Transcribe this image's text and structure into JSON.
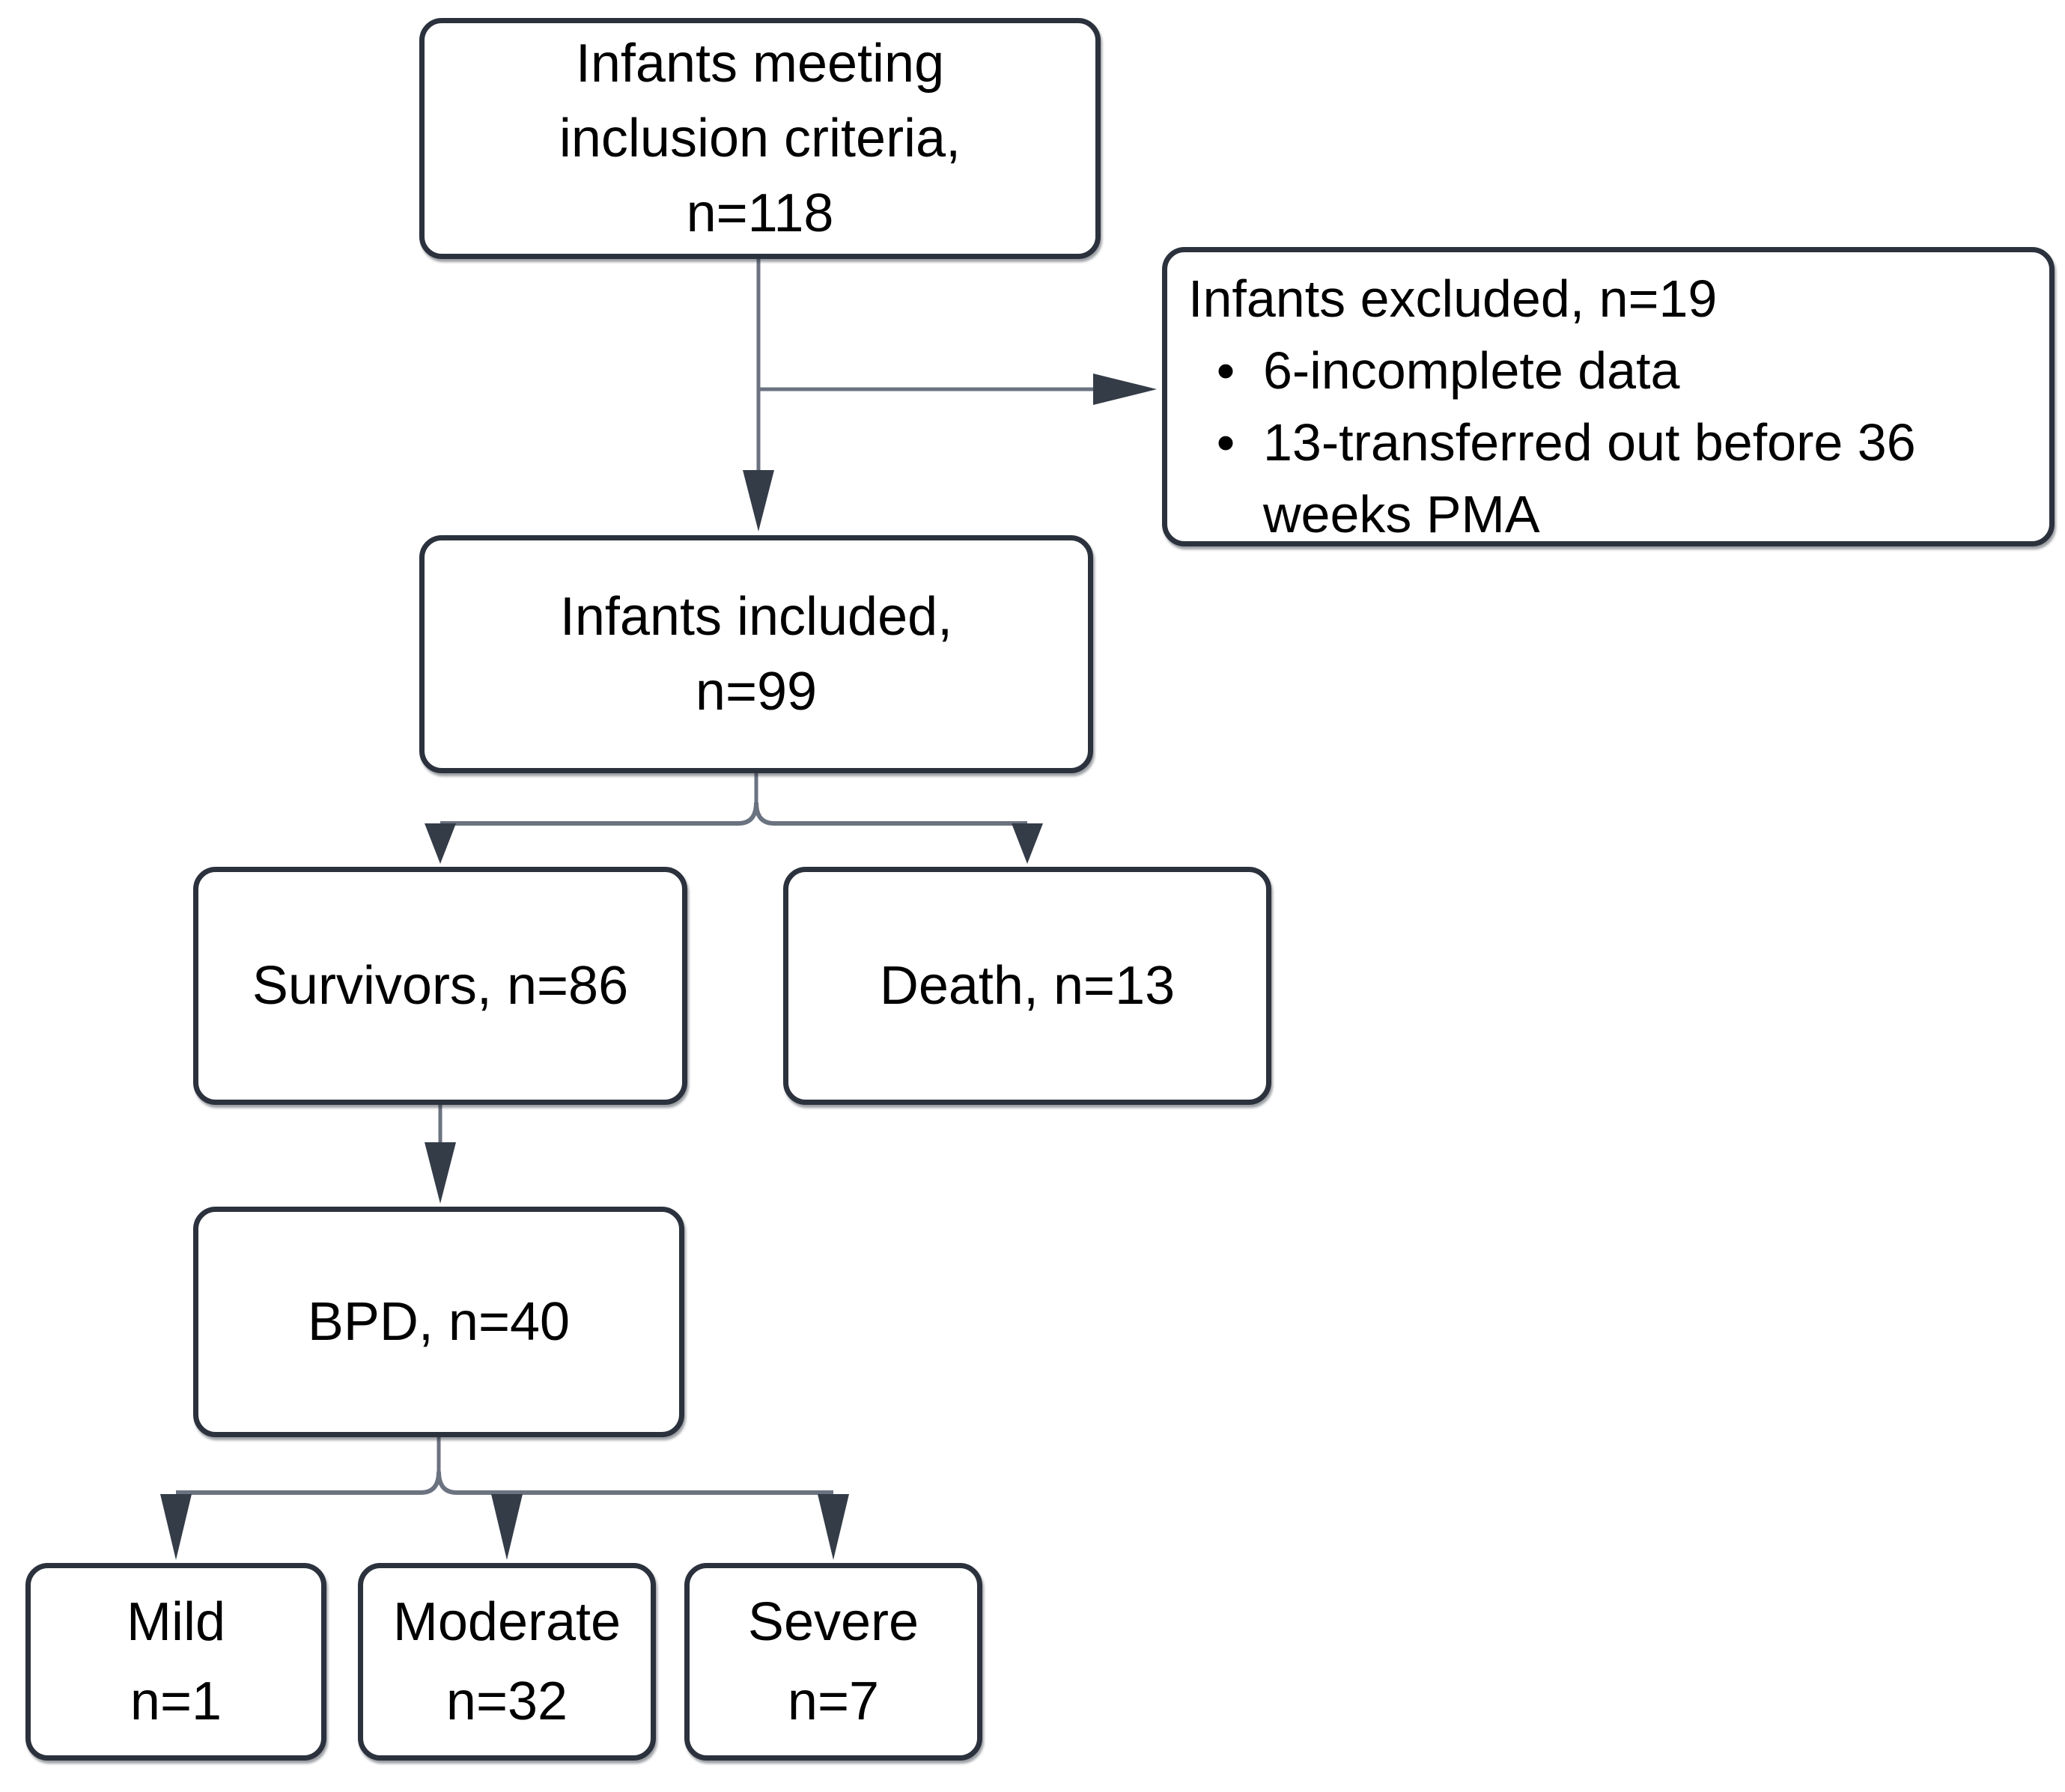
{
  "colors": {
    "background": "#ffffff",
    "box_fill": "#ffffff",
    "box_border": "#2b323d",
    "text": "#000000",
    "connector_line": "#6b7280",
    "arrowhead": "#343c48"
  },
  "nodes": {
    "inclusion": {
      "lines": [
        "Infants meeting",
        "inclusion criteria,",
        "n=118"
      ]
    },
    "excluded": {
      "title": "Infants excluded, n=19",
      "bullet_glyph": "•",
      "bullets": [
        "6-incomplete data",
        "13-transferred out before 36 weeks PMA"
      ]
    },
    "included": {
      "lines": [
        "Infants included,",
        "n=99"
      ]
    },
    "survivors": {
      "label": "Survivors, n=86"
    },
    "death": {
      "label": "Death, n=13"
    },
    "bpd": {
      "label": "BPD, n=40"
    },
    "mild": {
      "lines": [
        "Mild",
        "n=1"
      ]
    },
    "moderate": {
      "lines": [
        "Moderate",
        "n=32"
      ]
    },
    "severe": {
      "lines": [
        "Severe",
        "n=7"
      ]
    }
  }
}
